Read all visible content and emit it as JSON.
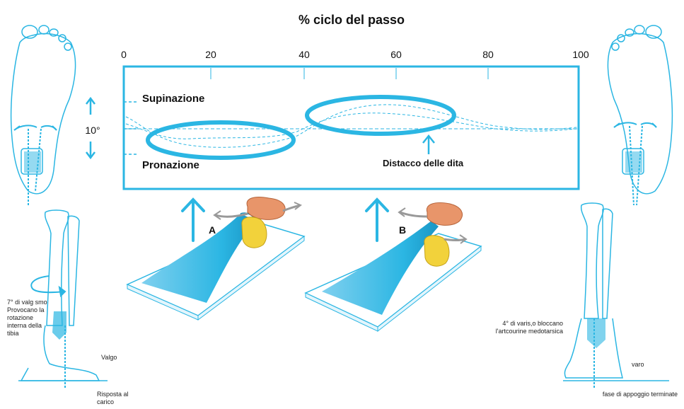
{
  "title": "% ciclo del passo",
  "axis_ticks": [
    "0",
    "20",
    "40",
    "60",
    "80",
    "100"
  ],
  "angle_label": "10°",
  "labels": {
    "supination": "Supinazione",
    "pronation": "Pronazione",
    "toe_off": "Distacco delle dita",
    "phase_a": "A",
    "phase_b": "B"
  },
  "notes": {
    "left_rotation": "7° di valg smo Provocano la rotazione interna della tibia",
    "left_valgus": "Valgo",
    "left_phase": "Risposta al carico",
    "right_lock": "4° di varis,o bloccano l'artcourine medotarsica",
    "right_varus": "varo",
    "right_phase": "fase di appoggio terminate"
  },
  "colors": {
    "accent": "#2BB6E3",
    "light": "#8ED6F0",
    "dark": "#1a95c4",
    "bone_orange": "#E8956A",
    "bone_yellow": "#F2D23B"
  }
}
